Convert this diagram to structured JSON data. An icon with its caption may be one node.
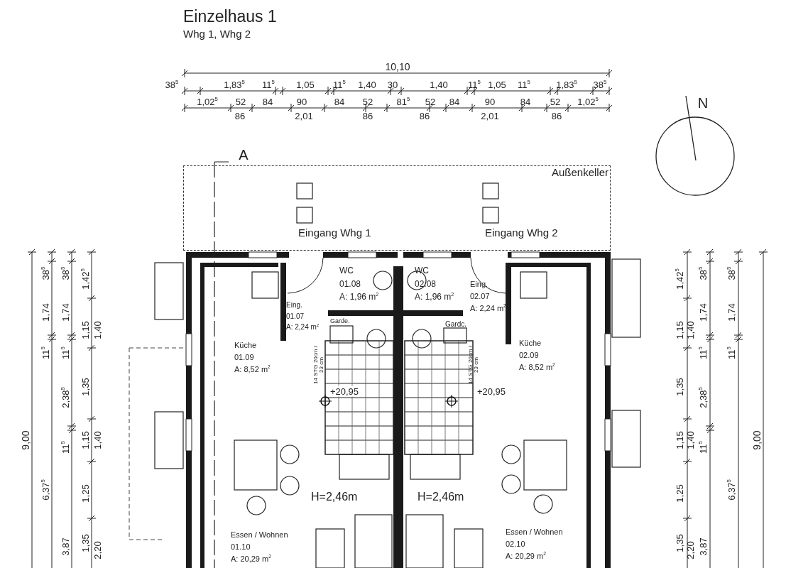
{
  "diagram": {
    "title": "Einzelhaus 1",
    "nodes": [
      {
        "text": [
          "Außenkeller"
        ]
      },
      {
        "text": [
          "WC",
          "01.08",
          "A: 1,96 m$^{2}$"
        ]
      },
      {
        "text": [
          "WC",
          "02.08",
          "A: 1,96 m$^{2}$"
        ]
      },
      {
        "text": [
          "Eing.",
          "01.07",
          "A: 2,24 m$^{2}$"
        ]
      },
      {
        "text": [
          "Eing.",
          "02.07",
          "A: 2,24 m$^{2}$"
        ]
      },
      {
        "text": [
          "Garde."
        ]
      },
      {
        "text": [
          "Gardc."
        ]
      },
      {
        "text": [
          "Küche",
          "01.09",
          "A: 8,52 m$^{2}$"
        ]
      },
      {
        "text": [
          "Küche",
          "02.09",
          "A: 8,52 m$^{2}$"
        ]
      },
      {
        "text": [
          "Essen / Wohnen",
          "01.10",
          "A: 20,29 m$^{2}$"
        ]
      },
      {
        "text": [
          "Essen / Wohnen",
          "02.10",
          "A: 20,29 m$^{2}$"
        ]
      }
    ],
    "labels": [
      "Whg 1, Whg 2",
      "10,10",
      "38$^{5}$",
      "1,83$^{5}$",
      "11$^{5}$",
      "1,05",
      "11$^{5}$",
      "1,40",
      "30",
      "1,40",
      "11$^{5}$",
      "1,05",
      "11$^{5}$",
      "1,83$^{5}$",
      "38$^{5}$",
      "1,02$^{5}$",
      "52",
      "84",
      "90",
      "84",
      "52",
      "81$^{5}$",
      "52",
      "84",
      "90",
      "84",
      "52",
      "1,02$^{5}$",
      "86",
      "2,01",
      "86",
      "86",
      "2,01",
      "86",
      "A",
      "N",
      "Eingang Whg 1",
      "Eingang Whg 2",
      "14 STG 20cm / 23 cm",
      "14 STG 20cm / 23 cm",
      "+20,95",
      "+20,95",
      "H=2,46m",
      "H=2,46m",
      "9,00",
      "38$^{5}$",
      "1,74",
      "11$^{5}$",
      "6,37$^{5}$",
      "38$^{5}$",
      "1,74",
      "11$^{5}$",
      "2,38$^{5}$",
      "11$^{5}$",
      "3,87",
      "1,42$^{5}$",
      "1,15",
      "1,40",
      "1,35",
      "1,15",
      "1,40",
      "1,25",
      "1,35",
      "2,20",
      "1,42$^{5}$",
      "1,15",
      "1,40",
      "1,35",
      "1,15",
      "1,40",
      "1,25",
      "1,35",
      "2,20",
      "38$^{5}$",
      "1,74",
      "11$^{5}$",
      "2,38$^{5}$",
      "11$^{5}$",
      "3,87",
      "38$^{5}$",
      "1,74",
      "11$^{5}$",
      "6,37$^{5}$",
      "9,00"
    ]
  }
}
